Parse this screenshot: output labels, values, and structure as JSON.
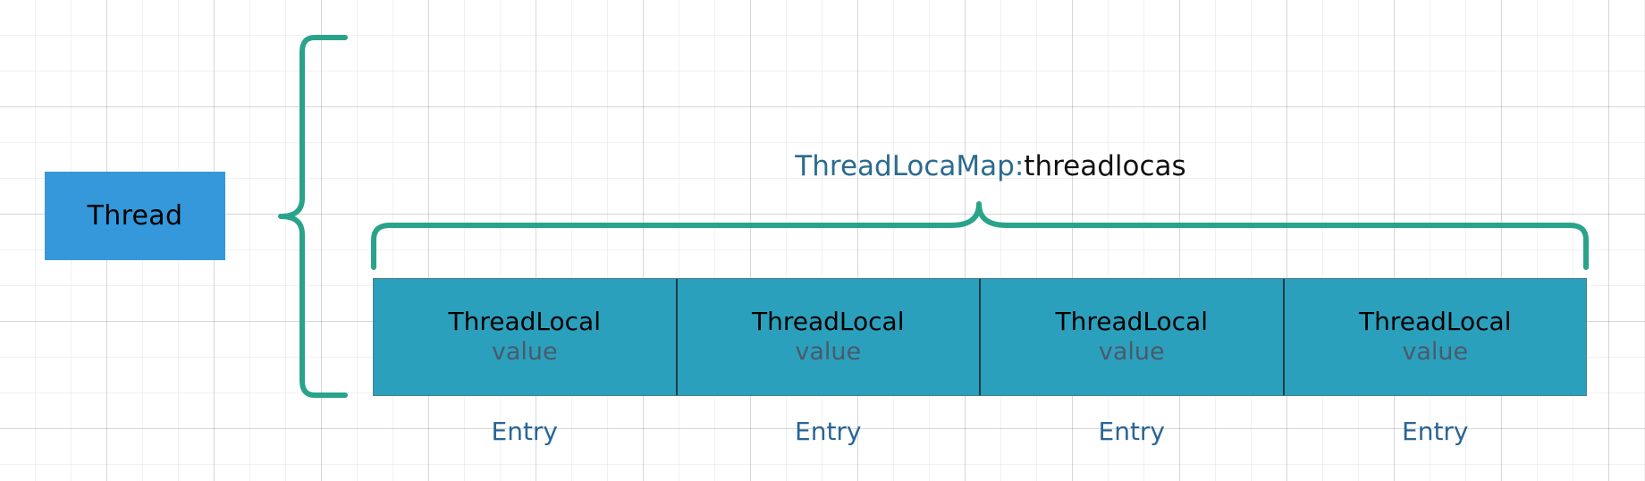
{
  "diagram": {
    "title_type": "ThreadLocaMap:",
    "title_field": "threadlocas",
    "thread_box": {
      "label": "Thread"
    },
    "entries": [
      {
        "title": "ThreadLocal",
        "value": "value",
        "caption": "Entry"
      },
      {
        "title": "ThreadLocal",
        "value": "value",
        "caption": "Entry"
      },
      {
        "title": "ThreadLocal",
        "value": "value",
        "caption": "Entry"
      },
      {
        "title": "ThreadLocal",
        "value": "value",
        "caption": "Entry"
      }
    ],
    "colors": {
      "thread_box_fill": "#3498db",
      "entry_cell_fill": "#2ba0bd",
      "entry_cell_divider": "#1d3c48",
      "brace_stroke": "#2aa38b",
      "title_type_color": "#2c6b8f",
      "title_field_color": "#111111",
      "caption_color": "#2a6596",
      "value_color": "#4a5a6a",
      "grid_line": "#e3e3e3",
      "background": "#ffffff"
    }
  }
}
